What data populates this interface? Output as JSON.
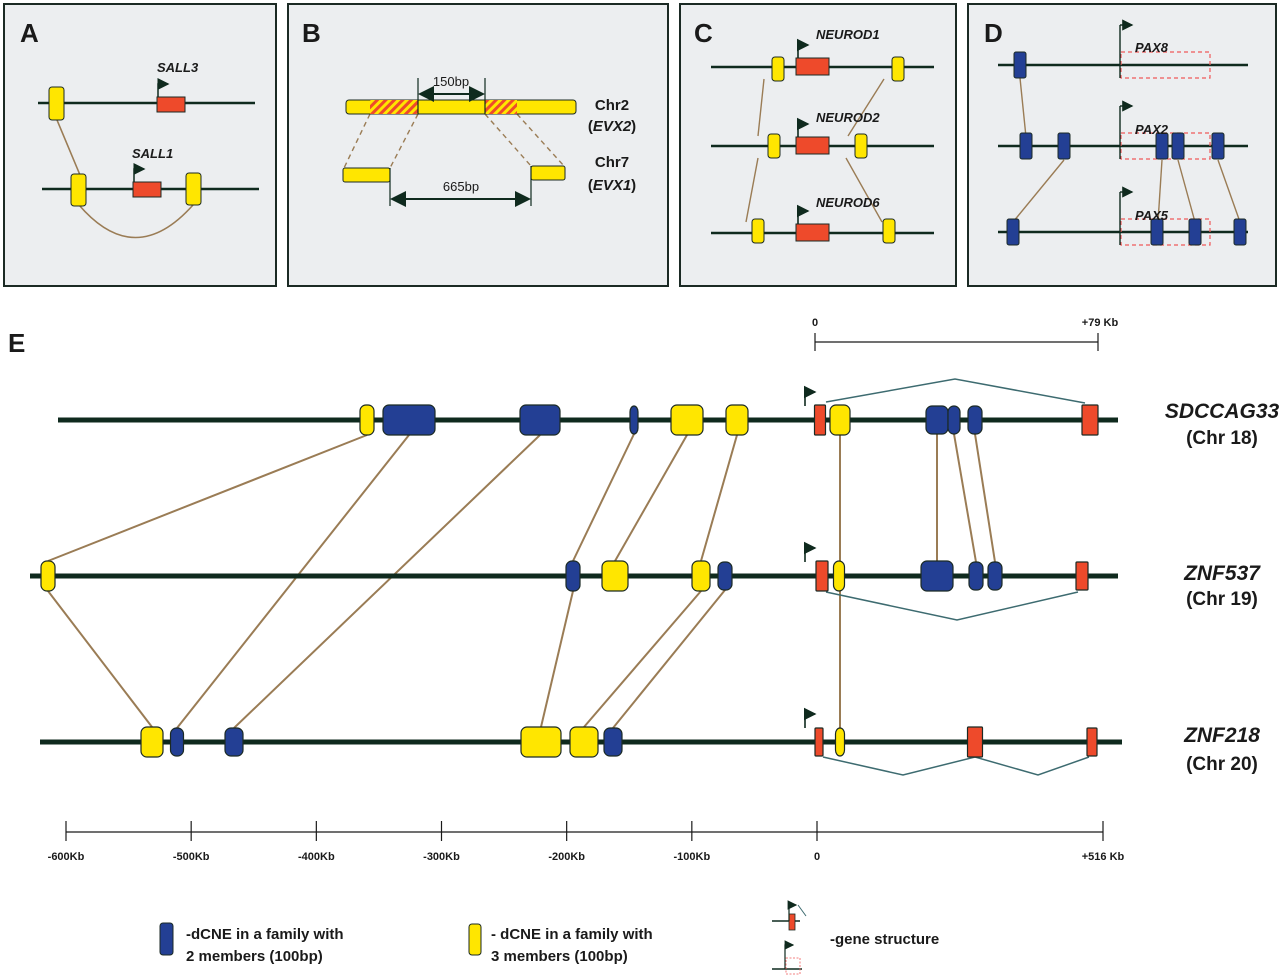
{
  "colors": {
    "panel_bg": "#eceef0",
    "panel_border": "#1b2a24",
    "line": "#0f2a1e",
    "yellow": "#ffe600",
    "blue": "#233f94",
    "red": "#ee4a2b",
    "link": "#9a7c55",
    "splice": "#3d6b70",
    "dashed_red": "#f05a5a"
  },
  "panels": {
    "A": {
      "letter": "A",
      "genes": [
        "SALL3",
        "SALL1"
      ]
    },
    "B": {
      "letter": "B",
      "top_label": "Chr2",
      "top_gene": "EVX2",
      "bottom_label": "Chr7",
      "bottom_gene": "EVX1",
      "top_span": "150bp",
      "bottom_span": "665bp"
    },
    "C": {
      "letter": "C",
      "genes": [
        "NEUROD1",
        "NEUROD2",
        "NEUROD6"
      ]
    },
    "D": {
      "letter": "D",
      "genes": [
        "PAX8",
        "PAX2",
        "PAX5"
      ]
    },
    "E": {
      "letter": "E",
      "scale_top": {
        "start": "0",
        "end": "+79 Kb"
      },
      "axis": {
        "ticks_kb": [
          -600,
          -500,
          -400,
          -300,
          -200,
          -100,
          0,
          516
        ],
        "tick_labels": [
          "-600Kb",
          "-500Kb",
          "-400Kb",
          "-300Kb",
          "-200Kb",
          "-100Kb",
          "0",
          "+516 Kb"
        ]
      },
      "tracks": [
        {
          "gene": "SDCCAG33",
          "chr": "(Chr 18)"
        },
        {
          "gene": "ZNF537",
          "chr": "(Chr 19)"
        },
        {
          "gene": "ZNF218",
          "chr": "(Chr 20)"
        }
      ]
    }
  },
  "legend": {
    "blue_label_1": "-dCNE in a family with",
    "blue_label_2": "2 members (100bp)",
    "yellow_label_1": "- dCNE in a family with",
    "yellow_label_2": "3 members (100bp)",
    "gene_label": "-gene structure"
  }
}
